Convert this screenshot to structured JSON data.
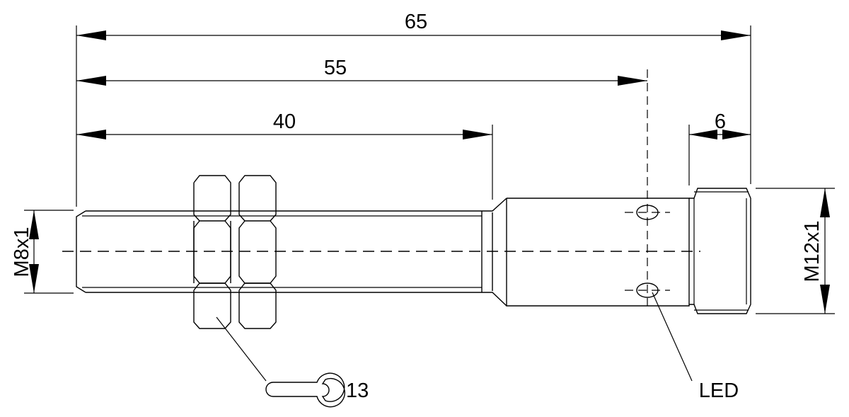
{
  "drawing": {
    "dim_65": "65",
    "dim_55": "55",
    "dim_40": "40",
    "dim_6": "6",
    "thread_left": "M8x1",
    "thread_right": "M12x1",
    "wrench_size": "13",
    "led_label": "LED"
  }
}
